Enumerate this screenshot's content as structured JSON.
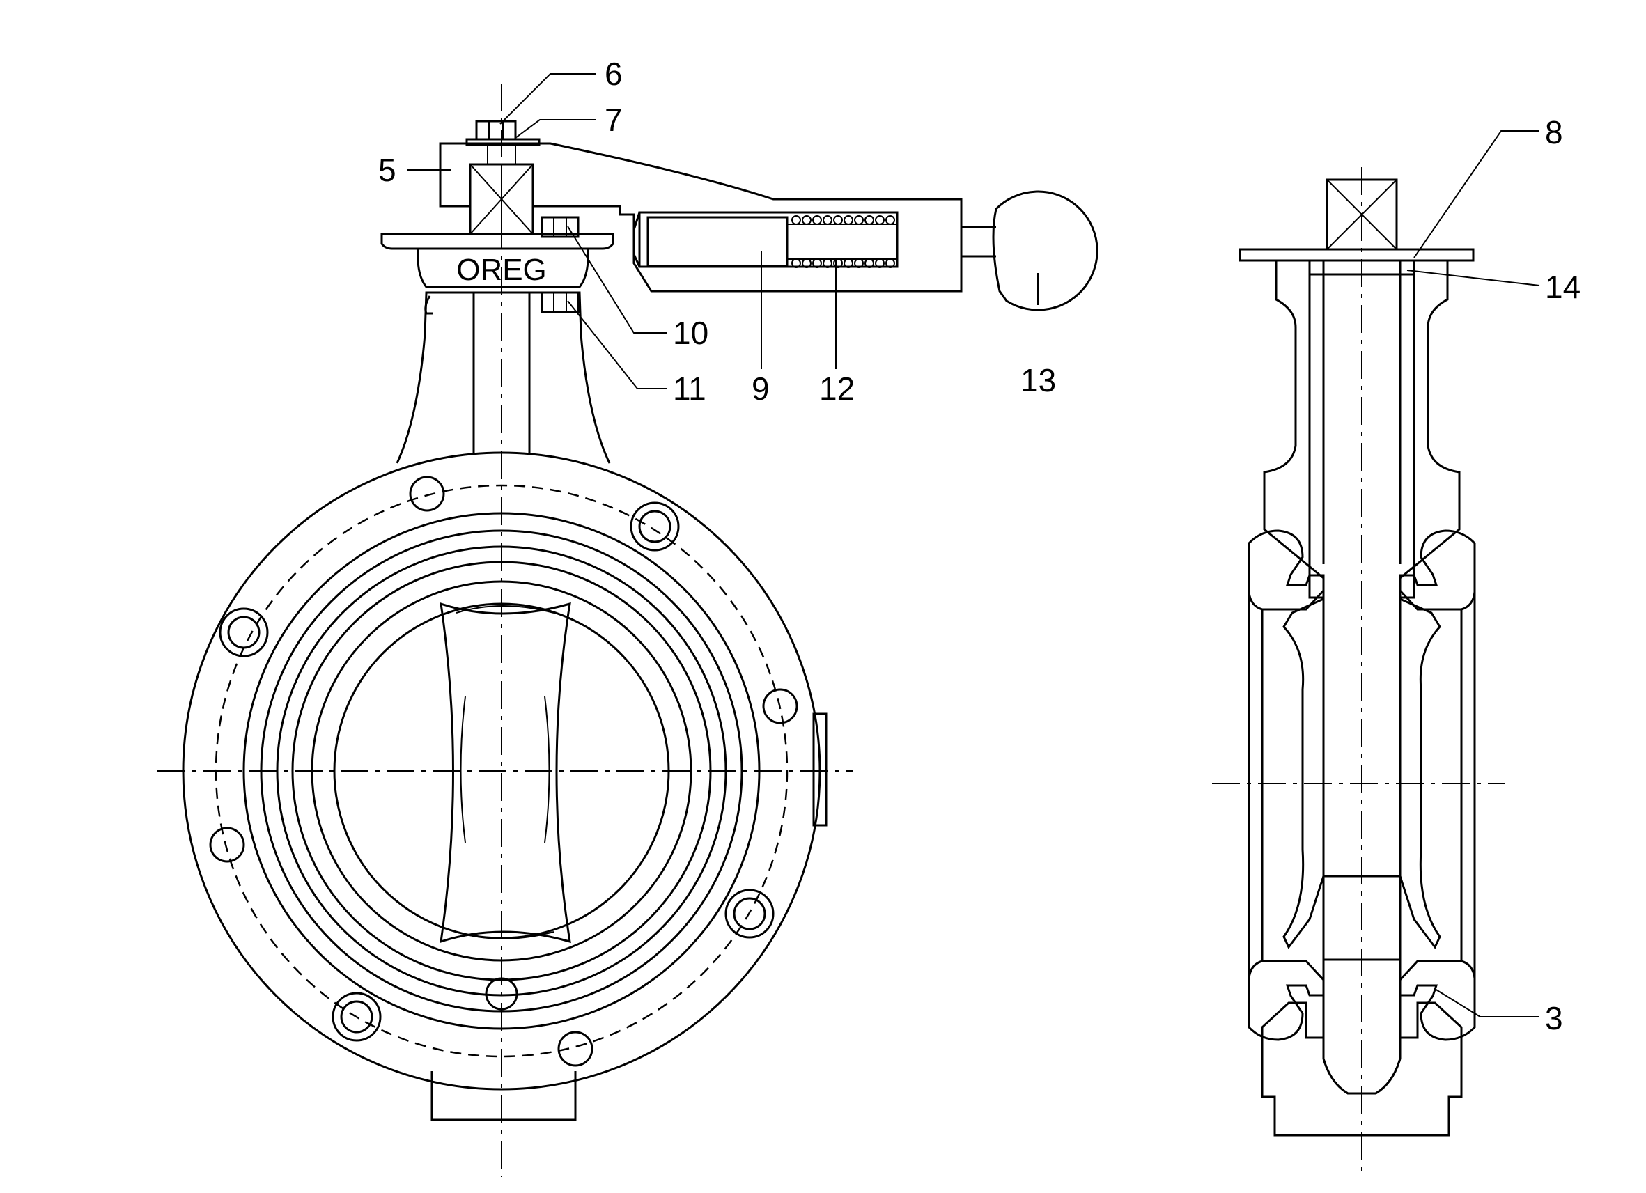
{
  "brand_text": "OREG",
  "labels": {
    "part_3": "3",
    "part_5": "5",
    "part_6": "6",
    "part_7": "7",
    "part_8": "8",
    "part_9": "9",
    "part_10": "10",
    "part_11": "11",
    "part_12": "12",
    "part_13": "13",
    "part_14": "14"
  },
  "hatch_styles": {
    "body_section": "diagonal",
    "disc_section": "diagonal-fine",
    "liner_seat": "cross-hatch"
  }
}
